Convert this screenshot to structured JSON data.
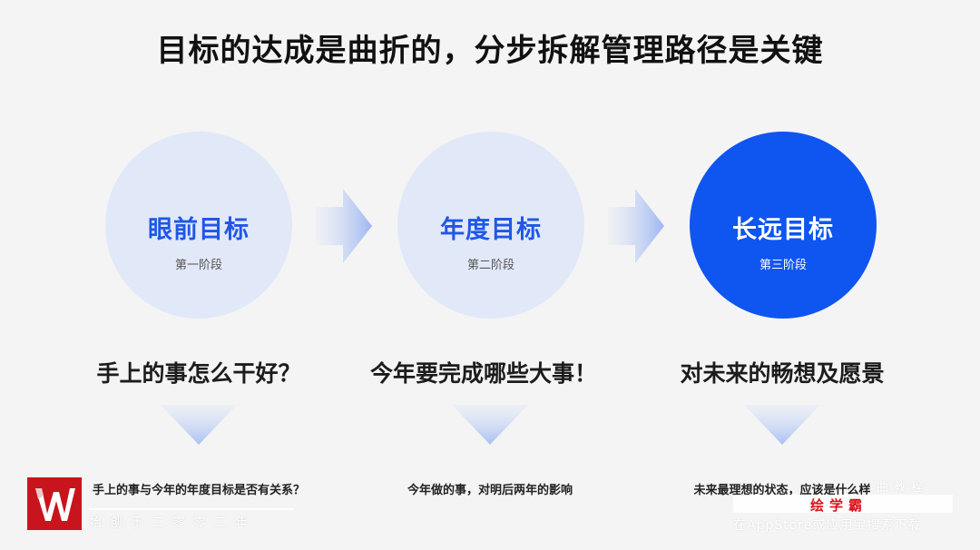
{
  "title": "目标的达成是曲折的，分步拆解管理路径是关键",
  "stages": [
    {
      "title": "眼前目标",
      "subtitle": "第一阶段",
      "question": "手上的事怎么干好？",
      "description": "手上的事与今年的年度目标是否有关系？"
    },
    {
      "title": "年度目标",
      "subtitle": "第二阶段",
      "question": "今年要完成哪些大事！",
      "description": "今年做的事，对明后两年的影响"
    },
    {
      "title": "长远目标",
      "subtitle": "第三阶段",
      "question": "对未来的畅想及愿景",
      "description": "未来最理想的状态，应该是什么样"
    }
  ],
  "watermark": {
    "left_text": "始创于二零零二年",
    "right_top": "曲教程",
    "brand": "绘学霸",
    "bottom": "在AppStore或应用宝搜索下载"
  },
  "colors": {
    "accent": "#0f55f0",
    "circle_light": "#e1e8f8",
    "brand_red": "#d8121b",
    "background": "#f4f4f4"
  },
  "icons": {
    "arrow_right": "arrow-right-icon",
    "arrow_down": "arrow-down-icon",
    "logo": "w-logo-icon"
  }
}
